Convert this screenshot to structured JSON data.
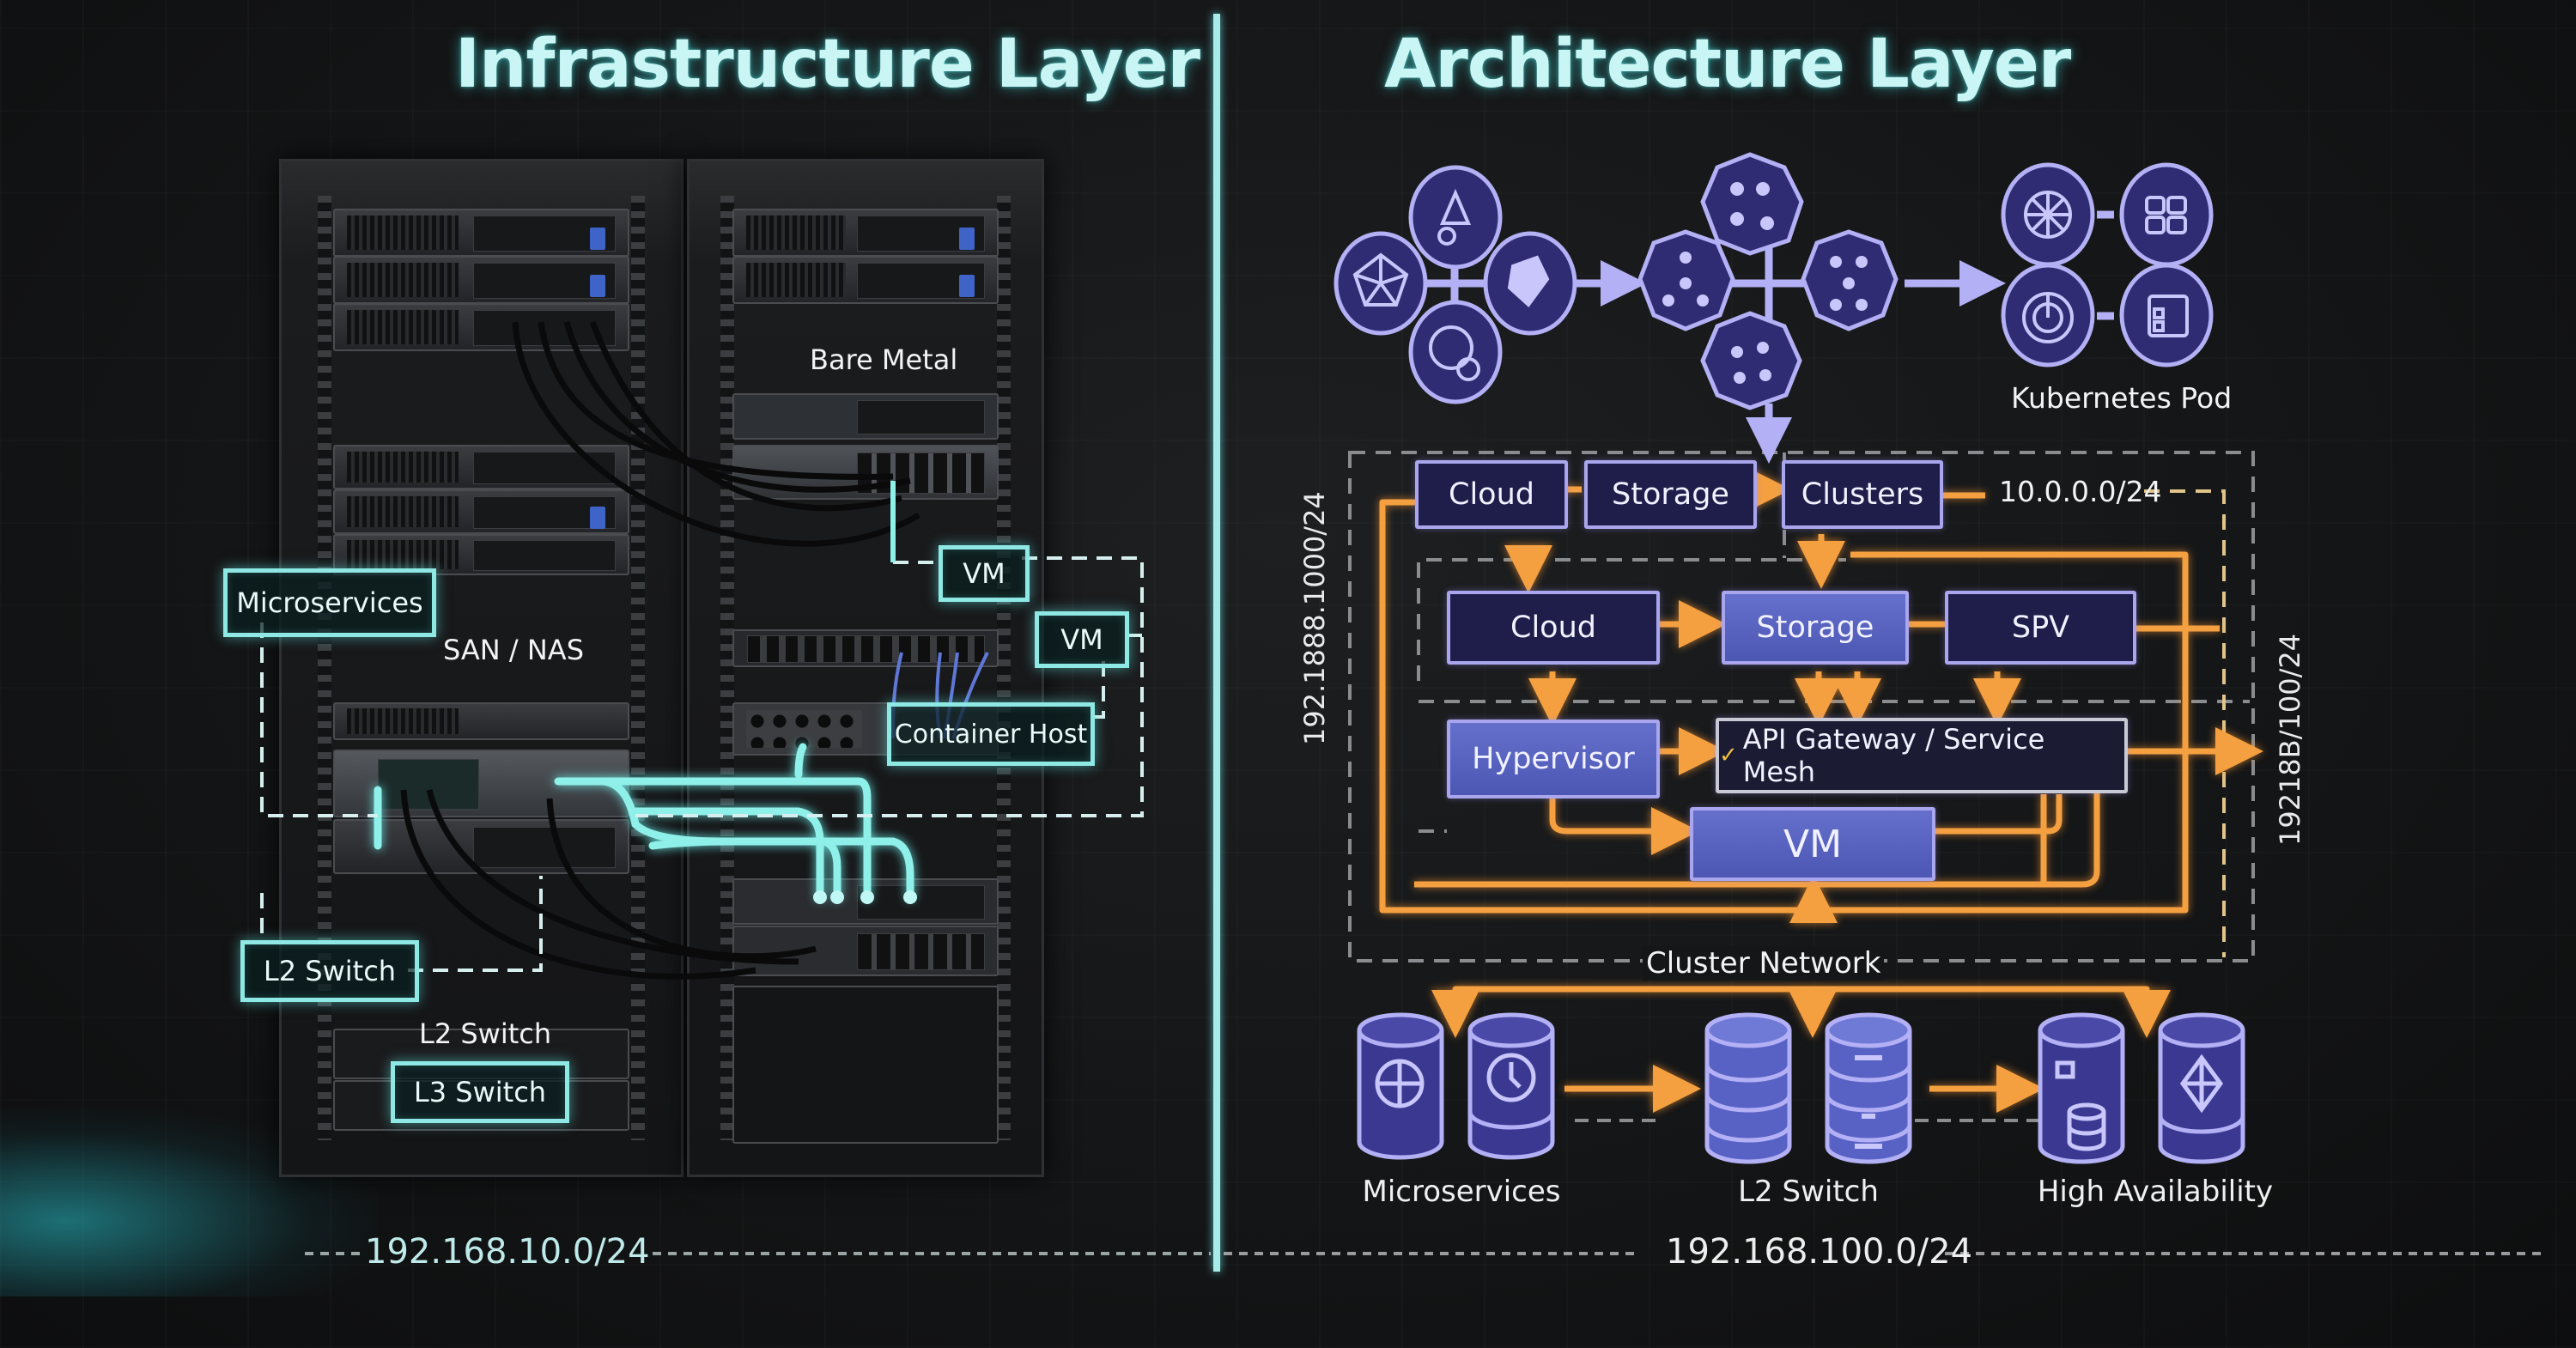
{
  "titles": {
    "infrastructure": "Infrastructure Layer",
    "architecture": "Architecture Layer"
  },
  "colors": {
    "cyan_accent": "#8ee8e4",
    "divider": "#a8ecea",
    "purple_node": "#2f2c73",
    "purple_stroke": "#b3b0f5",
    "orange_flow": "#f5a040",
    "box_dark": "#1f1d4a",
    "box_light": "#5664c0"
  },
  "infrastructure": {
    "rack_labels": {
      "bare_metal": "Bare Metal",
      "san_nas": "SAN / NAS",
      "l2_switch_plain": "L2 Switch"
    },
    "callouts": {
      "microservices": "Microservices",
      "vm_1": "VM",
      "vm_2": "VM",
      "container_host": "Container Host",
      "l2_switch": "L2 Switch",
      "l3_switch": "L3 Switch"
    },
    "subnet": "192.168.10.0/24"
  },
  "architecture": {
    "icon_groups": [
      {
        "name": "service-cluster",
        "icons": [
          "network-graph-icon",
          "pentagon-web-icon",
          "shapes-flow-icon",
          "gear-globe-icon"
        ]
      },
      {
        "name": "container-nodes",
        "icons": [
          "node-tree-icon",
          "node-grid-icon",
          "node-branch-icon",
          "node-link-icon"
        ]
      },
      {
        "name": "kubernetes-pod",
        "icons": [
          "helm-wheel-icon",
          "stacked-blocks-icon",
          "power-icon",
          "dashboard-icon"
        ]
      }
    ],
    "kubernetes_pod_label": "Kubernetes Pod",
    "top_row": {
      "cloud": "Cloud",
      "storage": "Storage",
      "clusters": "Clusters",
      "subnet": "10.0.0.0/24"
    },
    "middle_row": {
      "cloud": "Cloud",
      "storage": "Storage",
      "spv": "SPV"
    },
    "lower_row": {
      "hypervisor": "Hypervisor",
      "gateway": "API Gateway / Service Mesh",
      "vm": "VM"
    },
    "cluster_network_label": "Cluster Network",
    "left_vertical_subnet": "192.1888.1000/24",
    "right_vertical_subnet": "19218B/100/24",
    "databases": [
      {
        "label": "Microservices",
        "icons": [
          "compass-icon",
          "clock-icon"
        ]
      },
      {
        "label": "L2 Switch",
        "icons": [
          "database-stack-icon",
          "server-disk-icon"
        ]
      },
      {
        "label": "High Availability",
        "icons": [
          "coins-stack-icon",
          "diamond-icon"
        ]
      }
    ],
    "subnet": "192.168.100.0/24"
  }
}
